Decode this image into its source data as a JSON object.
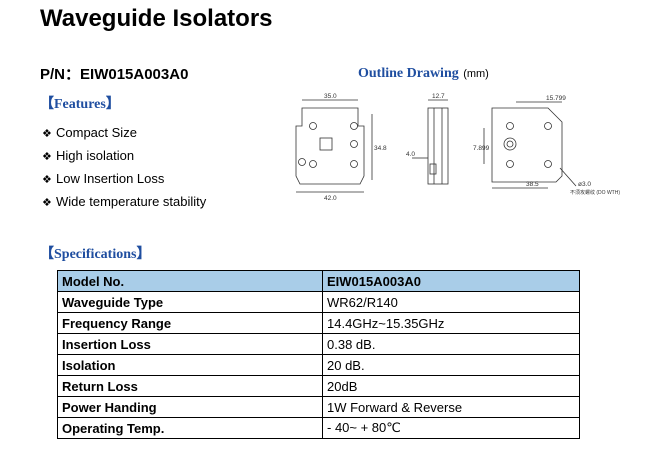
{
  "title": "Waveguide Isolators",
  "part_number": {
    "label": "P/N：",
    "value": "EIW015A003A0"
  },
  "features": {
    "heading": "【Features】",
    "items": [
      "Compact Size",
      "High isolation",
      "Low Insertion Loss",
      "Wide temperature stability"
    ],
    "bullet": "❖"
  },
  "outline": {
    "heading": "Outline Drawing",
    "unit": "(mm)",
    "dims": {
      "w35": "35.0",
      "w42": "42.0",
      "h34": "34.8",
      "d12": "12.7",
      "d4": "4.0",
      "h7": "7.899",
      "w15": "15.799",
      "w38": "38.5",
      "phi": "ø3.0",
      "note": "不须攻螺纹 (DO WTH)"
    }
  },
  "specifications": {
    "heading": "【Specifications】",
    "header": {
      "key": "Model No.",
      "value": "EIW015A003A0"
    },
    "rows": [
      {
        "key": "Waveguide Type",
        "value": "WR62/R140"
      },
      {
        "key": "Frequency Range",
        "value": "14.4GHz~15.35GHz"
      },
      {
        "key": "Insertion Loss",
        "value": "0.38 dB."
      },
      {
        "key": "Isolation",
        "value": "20 dB."
      },
      {
        "key": "Return Loss",
        "value": "20dB"
      },
      {
        "key": "Power Handing",
        "value": "1W Forward & Reverse"
      },
      {
        "key": "Operating Temp.",
        "value": "- 40~ + 80℃"
      }
    ]
  },
  "colors": {
    "heading_blue": "#1f4ea0",
    "table_header_bg": "#a9cde8"
  }
}
